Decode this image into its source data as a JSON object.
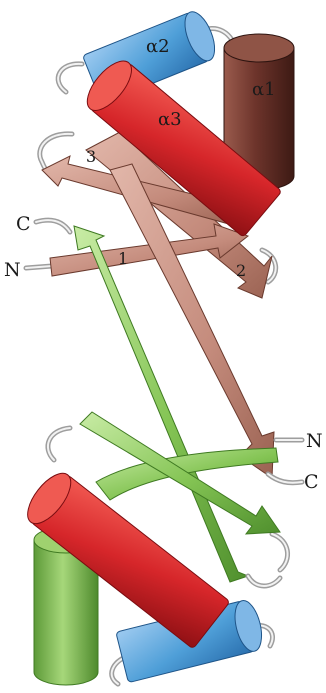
{
  "labels": {
    "alpha1": "α1",
    "alpha2": "α2",
    "alpha3": "α3",
    "strand1": "1",
    "strand2": "2",
    "strand3": "3",
    "top_c_terminus": "C",
    "top_n_terminus": "N",
    "mid_n_terminus": "N",
    "mid_c_terminus": "C"
  },
  "colors": {
    "helix_red": "#d6262a",
    "helix_blue": "#4f9fd8",
    "helix_brown": "#6d342b",
    "strand_brown": "#c48b7c",
    "strand_green": "#84c454",
    "helix_green": "#86c153",
    "loop": "#bdbdbd"
  }
}
